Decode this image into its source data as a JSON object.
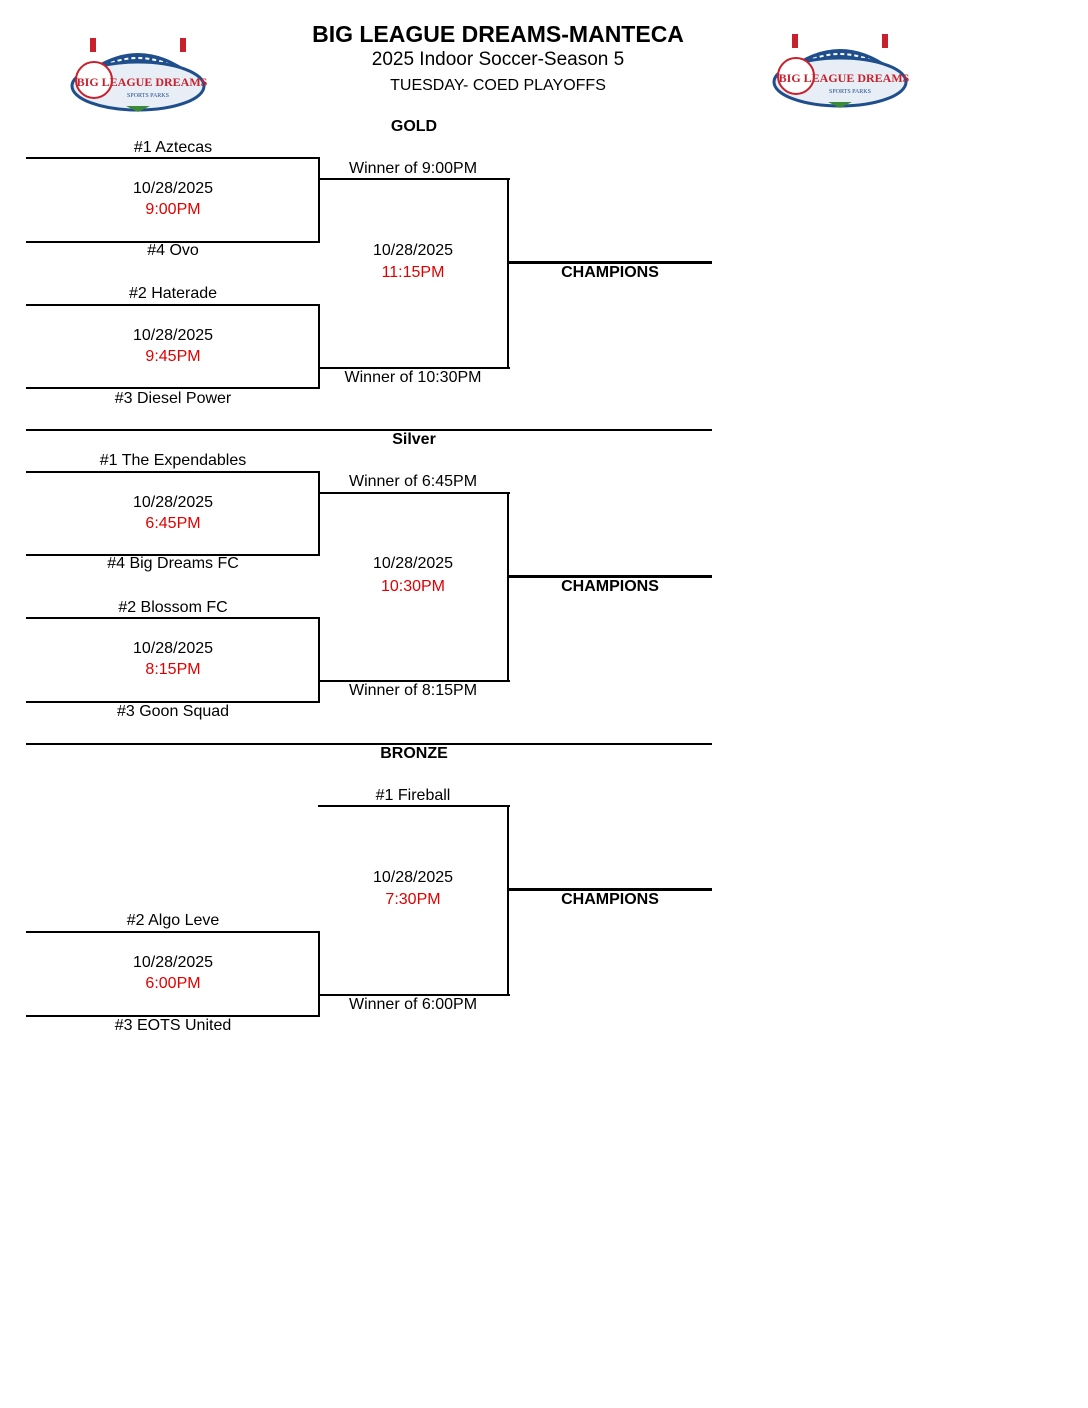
{
  "header": {
    "title": "BIG LEAGUE DREAMS-MANTECA",
    "subtitle": "2025 Indoor Soccer-Season 5",
    "subtitle2": "TUESDAY- COED PLAYOFFS",
    "logo_text": "BIG LEAGUE DREAMS",
    "logo_subtext": "SPORTS PARKS"
  },
  "brackets": [
    {
      "label": "GOLD",
      "r1_top": {
        "team_a": "#1 Aztecas",
        "date": "10/28/2025",
        "time": "9:00PM",
        "team_b": "#4 Ovo"
      },
      "r1_bottom": {
        "team_a": "#2 Haterade",
        "date": "10/28/2025",
        "time": "9:45PM",
        "team_b": "#3 Diesel Power"
      },
      "final": {
        "top_label": "Winner of 9:00PM",
        "date": "10/28/2025",
        "time": "11:15PM",
        "bottom_label": "Winner of 10:30PM"
      },
      "champion_label": "CHAMPIONS"
    },
    {
      "label": "Silver",
      "r1_top": {
        "team_a": "#1 The Expendables",
        "date": "10/28/2025",
        "time": "6:45PM",
        "team_b": "#4 Big Dreams FC"
      },
      "r1_bottom": {
        "team_a": "#2 Blossom FC",
        "date": "10/28/2025",
        "time": "8:15PM",
        "team_b": "#3 Goon Squad"
      },
      "final": {
        "top_label": "Winner of 6:45PM",
        "date": "10/28/2025",
        "time": "10:30PM",
        "bottom_label": "Winner of 8:15PM"
      },
      "champion_label": "CHAMPIONS"
    },
    {
      "label": "BRONZE",
      "r1_bottom": {
        "team_a": "#2 Algo Leve",
        "date": "10/28/2025",
        "time": "6:00PM",
        "team_b": "#3 EOTS United"
      },
      "final": {
        "top_label": "#1 Fireball",
        "date": "10/28/2025",
        "time": "7:30PM",
        "bottom_label": "Winner of 6:00PM"
      },
      "champion_label": "CHAMPIONS"
    }
  ],
  "colors": {
    "time_text": "#e00000",
    "logo_blue": "#1f4e8c",
    "logo_red": "#c8202c"
  }
}
